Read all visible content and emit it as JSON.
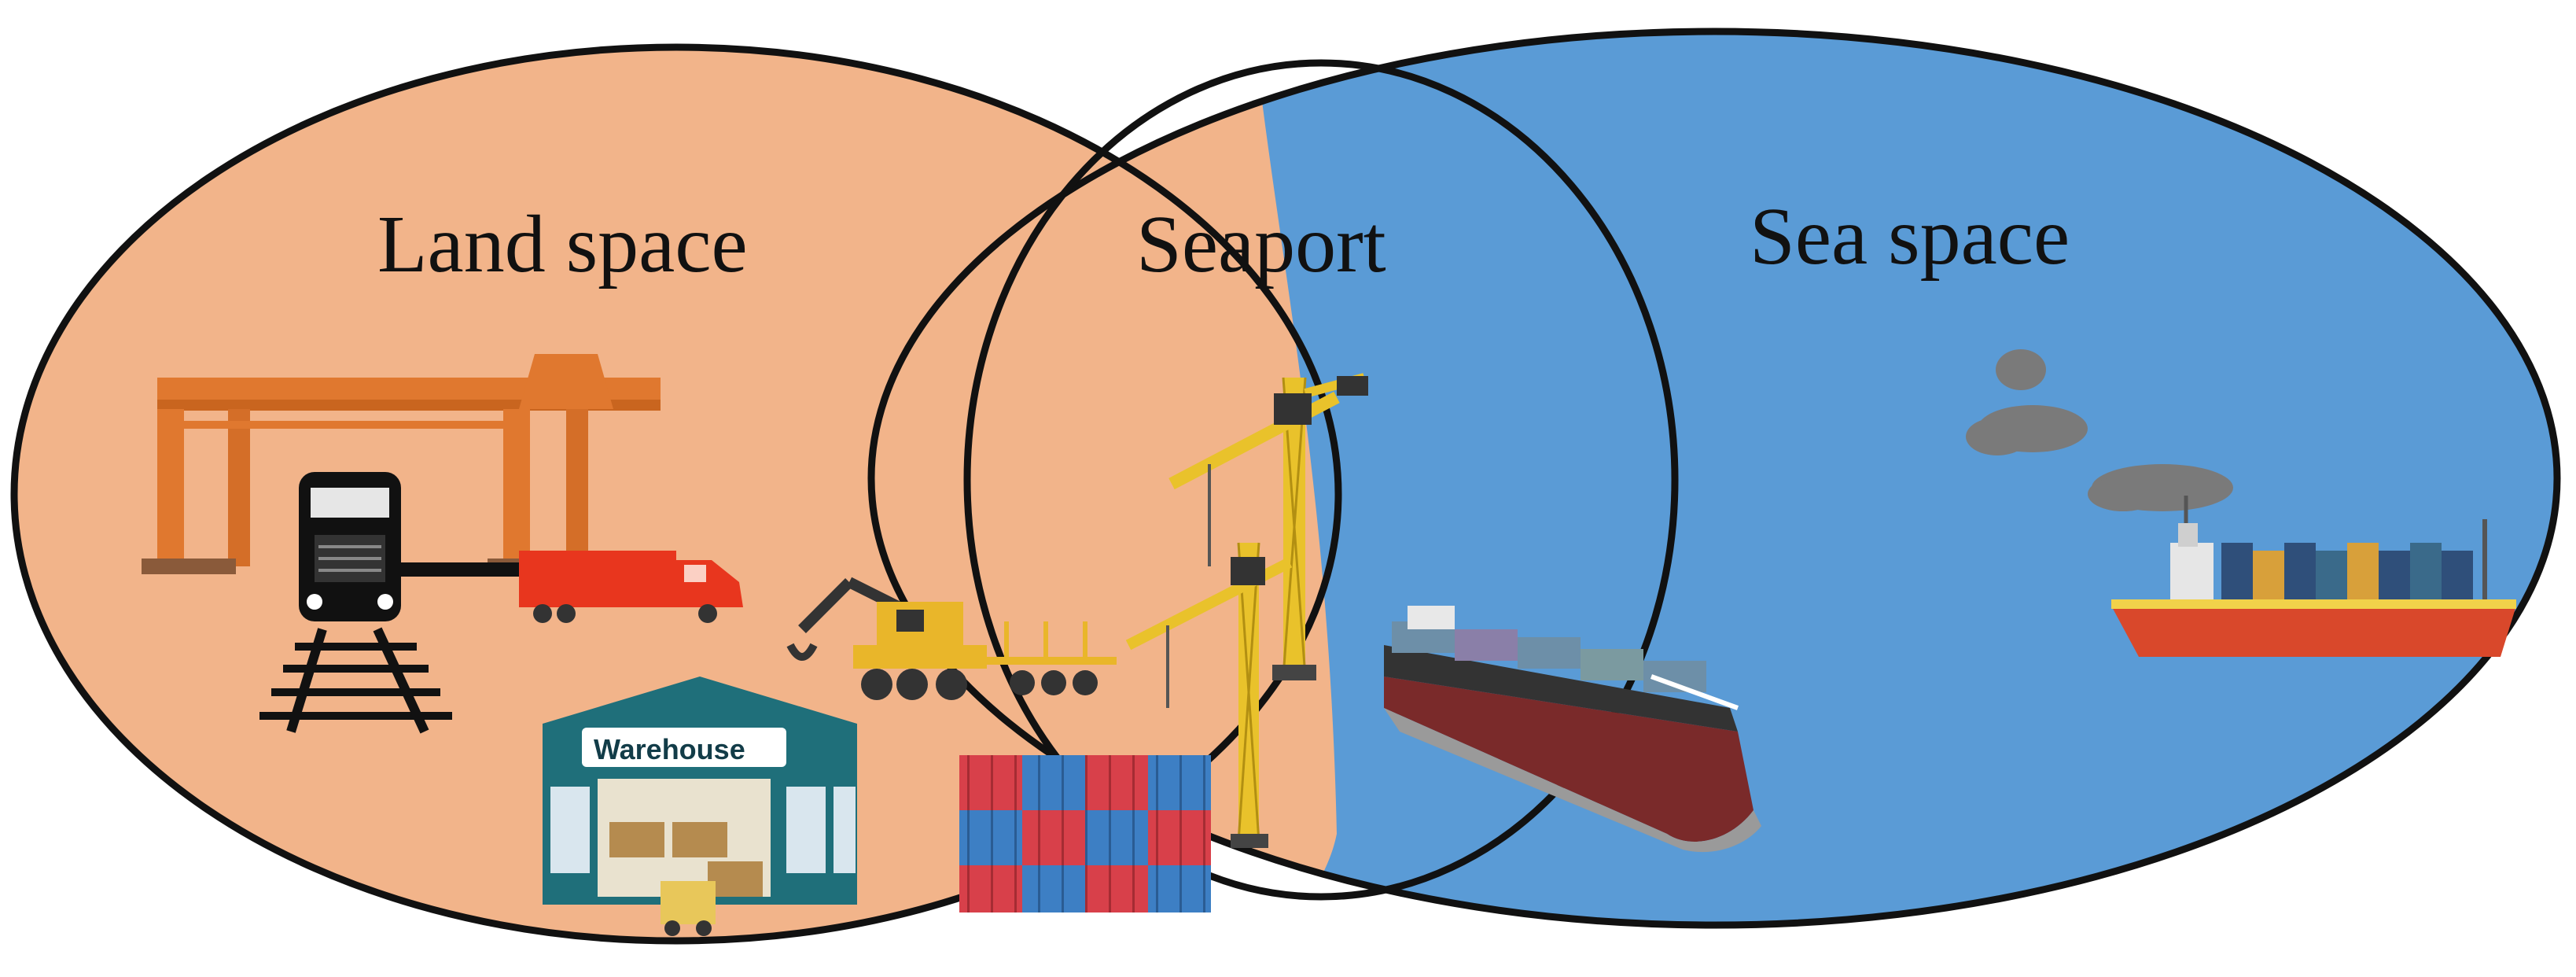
{
  "diagram": {
    "labels": {
      "land": "Land space",
      "seaport": "Seaport",
      "sea": "Sea space"
    },
    "warehouse_sign": "Warehouse",
    "colors": {
      "land": "#F2B48A",
      "sea": "#5A9BD6",
      "outline": "#111111",
      "crane_orange": "#E0782F",
      "truck_red": "#E8361E",
      "tower_crane_yellow": "#E9C22B",
      "container_red": "#D8404A",
      "container_blue": "#3D7FC4",
      "warehouse_teal": "#1F6F7A",
      "ship_hull_red": "#D9482B",
      "smoke_gray": "#7A7A7A"
    },
    "icons": [
      "gantry-crane-icon",
      "locomotive-icon",
      "truck-icon",
      "loader-icon",
      "warehouse-icon",
      "tower-crane-icon",
      "containers-icon",
      "container-ship-icon",
      "cargo-ship-icon",
      "smoke-icon"
    ]
  }
}
